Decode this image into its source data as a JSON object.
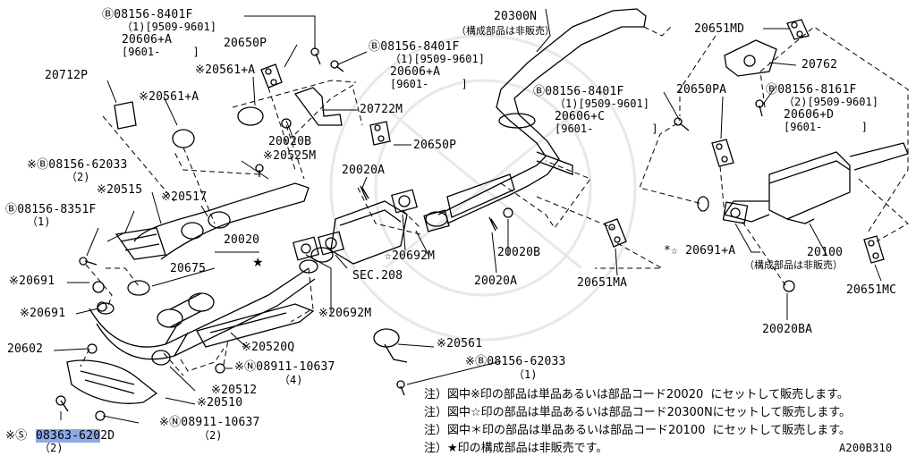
{
  "labels": {
    "p_08156_8401f_top": "Ⓑ08156-8401F",
    "p_08156_8401f_top_range": "（1)[9509-9601]",
    "p_20606a_top": "20606+A",
    "p_20606a_top_range": "[9601-     ]",
    "p_20650p_top": "20650P",
    "p_20561a_upper": "※20561+A",
    "p_20712p": "20712P",
    "p_20561a_left": "※20561+A",
    "p_08156_8401f_mid": "Ⓑ08156-8401F",
    "p_08156_8401f_mid_range": "（1)[9509-9601]",
    "p_20606a_mid": "20606+A",
    "p_20606a_mid_range": "[9601-     ]",
    "p_20722m": "20722M",
    "p_20650p_mid": "20650P",
    "p_20020b_upper": "20020B",
    "p_08156_62033_left": "※Ⓑ08156-62033",
    "p_08156_62033_left_qty": "（2)",
    "p_20525m": "※20525M",
    "p_20020a_upper": "20020A",
    "p_20515": "※20515",
    "p_20517": "※20517",
    "p_08156_8351f": "Ⓑ08156-8351F",
    "p_08156_8351f_qty": "（1)",
    "p_20020": "20020",
    "p_20675": "20675",
    "p_20691_upper": "※20691",
    "p_20691_lower": "※20691",
    "p_20602": "20602",
    "p_20510": "※20510",
    "p_08911_10637_lower": "※Ⓝ08911-10637",
    "p_08911_10637_lower_qty": "（2)",
    "p_08363_6202d_a": "08363-620",
    "p_08363_6202d_b": "2D",
    "p_08363_prefix": "※Ⓢ",
    "p_08363_qty": "（2)",
    "p_20512": "※20512",
    "p_08911_10637_upper": "※Ⓝ08911-10637",
    "p_08911_10637_upper_qty": "（4)",
    "p_20520q": "※20520Q",
    "p_20692m_lower": "※20692M",
    "p_sec208": "SEC.208",
    "p_20692m_upper": "☆20692M",
    "p_20300n": "20300N",
    "p_20300n_note": "（構成部品は非販売）",
    "p_08156_8401f_right": "Ⓑ08156-8401F",
    "p_08156_8401f_right_range": "（1)[9509-9601]",
    "p_20606c": "20606+C",
    "p_20606c_range": "[9601-         ]",
    "p_20020b_lower": "20020B",
    "p_20020a_lower": "20020A",
    "p_20651ma": "20651MA",
    "p_20561": "※20561",
    "p_08156_62033_lower": "※Ⓑ08156-62033",
    "p_08156_62033_lower_qty": "（1)",
    "p_20651md": "20651MD",
    "p_20762": "20762",
    "p_20650pa": "20650PA",
    "p_08156_8161f": "Ⓑ08156-8161F",
    "p_08156_8161f_range": "（2)[9509-9601]",
    "p_20606d": "20606+D",
    "p_20606d_range": "[9601-      ]",
    "p_20691a": "*☆ 20691+A",
    "p_20100": "20100",
    "p_20100_note": "（構成部品は非販売）",
    "p_20651mc": "20651MC",
    "p_20020ba": "20020BA"
  },
  "notes": [
    "注）図中※印の部品は単品あるいは部品コード20020  にセットして販売します。",
    "注）図中☆印の部品は単品あるいは部品コード20300Nにセットして販売します。",
    "注）図中＊印の部品は単品あるいは部品コード20100  にセットして販売します。",
    "注）★印の構成部品は非販売です。"
  ],
  "diagram_id": "A200B310",
  "colors": {
    "highlight": "#8aa9e6",
    "ink": "#000000",
    "watermark": "#e6e6e6"
  }
}
